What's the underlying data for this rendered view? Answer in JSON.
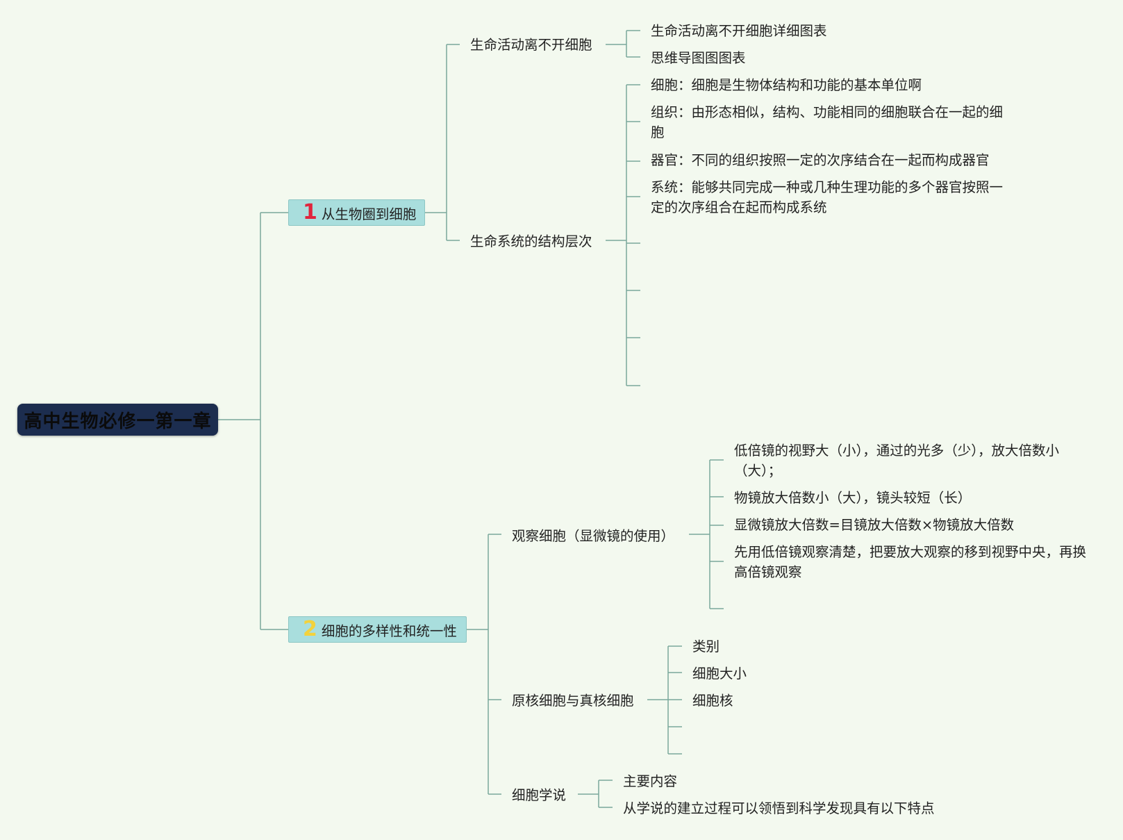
{
  "root": {
    "label": "高中生物必修一第一章"
  },
  "topic1": {
    "number": "1",
    "label": "从生物圈到细胞",
    "branches": {
      "life_activity": {
        "label": "生命活动离不开细胞",
        "children": [
          "生命活动离不开细胞详细图表",
          "思维导图图图表"
        ]
      },
      "life_system": {
        "label": "生命系统的结构层次",
        "children": [
          "细胞：细胞是生物体结构和功能的基本单位啊",
          "组织：由形态相似，结构、功能相同的细胞联合在一起的细胞",
          "器官：不同的组织按照一定的次序结合在一起而构成器官",
          "系统：能够共同完成一种或几种生理功能的多个器官按照一定的次序组合在起而构成系统"
        ]
      }
    }
  },
  "topic2": {
    "number": "2",
    "label": "细胞的多样性和统一性",
    "branches": {
      "observe": {
        "label": "观察细胞（显微镜的使用）",
        "children": [
          "低倍镜的视野大（小），通过的光多（少），放大倍数小（大）；",
          "物镜放大倍数小（大），镜头较短（长）",
          "显微镜放大倍数=目镜放大倍数×物镜放大倍数",
          "先用低倍镜观察清楚，把要放大观察的移到视野中央，再换高倍镜观察"
        ]
      },
      "prokaryote": {
        "label": "原核细胞与真核细胞",
        "children": [
          "类别",
          "细胞大小",
          "细胞核"
        ]
      },
      "theory": {
        "label": "细胞学说",
        "children": [
          "主要内容",
          "从学说的建立过程可以领悟到科学发现具有以下特点"
        ]
      }
    }
  }
}
